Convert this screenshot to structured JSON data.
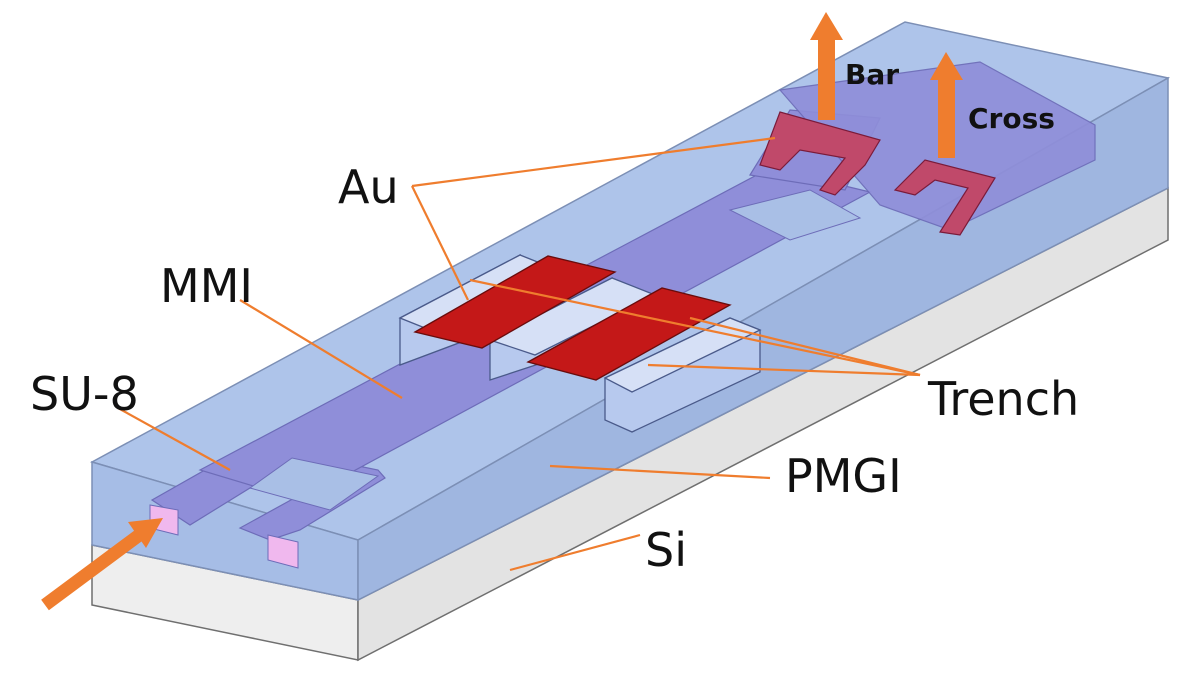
{
  "labels": {
    "au": "Au",
    "mmi": "MMI",
    "su8": "SU-8",
    "trench": "Trench",
    "pmgi": "PMGI",
    "si": "Si",
    "bar": "Bar",
    "cross": "Cross"
  },
  "colors": {
    "pmgi_top": "#a9bfe6",
    "pmgi_side": "#9db5e0",
    "pmgi_end": "#a5bde5",
    "si_top": "#dcdcdc",
    "si_side": "#efefef",
    "su8_core": "#8f8ed9",
    "trench_wall": "#c3d2f0",
    "au_pad": "#c41818",
    "au_output": "#c0496a",
    "input_facet": "#f0b8ee",
    "arrow": "#ef7d2e",
    "leader": "#ef7d2e"
  },
  "icons": {
    "input_arrow": "input-arrow-icon",
    "bar_arrow": "bar-output-arrow-icon",
    "cross_arrow": "cross-output-arrow-icon"
  }
}
